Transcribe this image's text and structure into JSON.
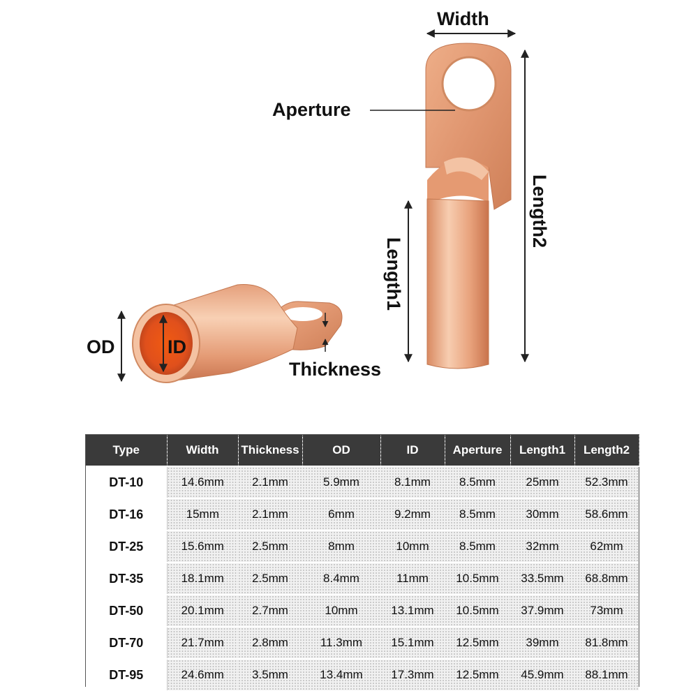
{
  "labels": {
    "width": "Width",
    "aperture": "Aperture",
    "length1": "Length1",
    "length2": "Length2",
    "od": "OD",
    "id": "ID",
    "thickness": "Thickness"
  },
  "colors": {
    "copper_light": "#f6c6a6",
    "copper_mid": "#e59e76",
    "copper_dark": "#c8704a",
    "copper_inner": "#e8541a",
    "header_bg": "#3a3a3a"
  },
  "table": {
    "headers": [
      "Type",
      "Width",
      "Thickness",
      "OD",
      "ID",
      "Aperture",
      "Length1",
      "Length2"
    ],
    "rows": [
      [
        "DT-10",
        "14.6mm",
        "2.1mm",
        "5.9mm",
        "8.1mm",
        "8.5mm",
        "25mm",
        "52.3mm"
      ],
      [
        "DT-16",
        "15mm",
        "2.1mm",
        "6mm",
        "9.2mm",
        "8.5mm",
        "30mm",
        "58.6mm"
      ],
      [
        "DT-25",
        "15.6mm",
        "2.5mm",
        "8mm",
        "10mm",
        "8.5mm",
        "32mm",
        "62mm"
      ],
      [
        "DT-35",
        "18.1mm",
        "2.5mm",
        "8.4mm",
        "11mm",
        "10.5mm",
        "33.5mm",
        "68.8mm"
      ],
      [
        "DT-50",
        "20.1mm",
        "2.7mm",
        "10mm",
        "13.1mm",
        "10.5mm",
        "37.9mm",
        "73mm"
      ],
      [
        "DT-70",
        "21.7mm",
        "2.8mm",
        "11.3mm",
        "15.1mm",
        "12.5mm",
        "39mm",
        "81.8mm"
      ],
      [
        "DT-95",
        "24.6mm",
        "3.5mm",
        "13.4mm",
        "17.3mm",
        "12.5mm",
        "45.9mm",
        "88.1mm"
      ]
    ]
  }
}
